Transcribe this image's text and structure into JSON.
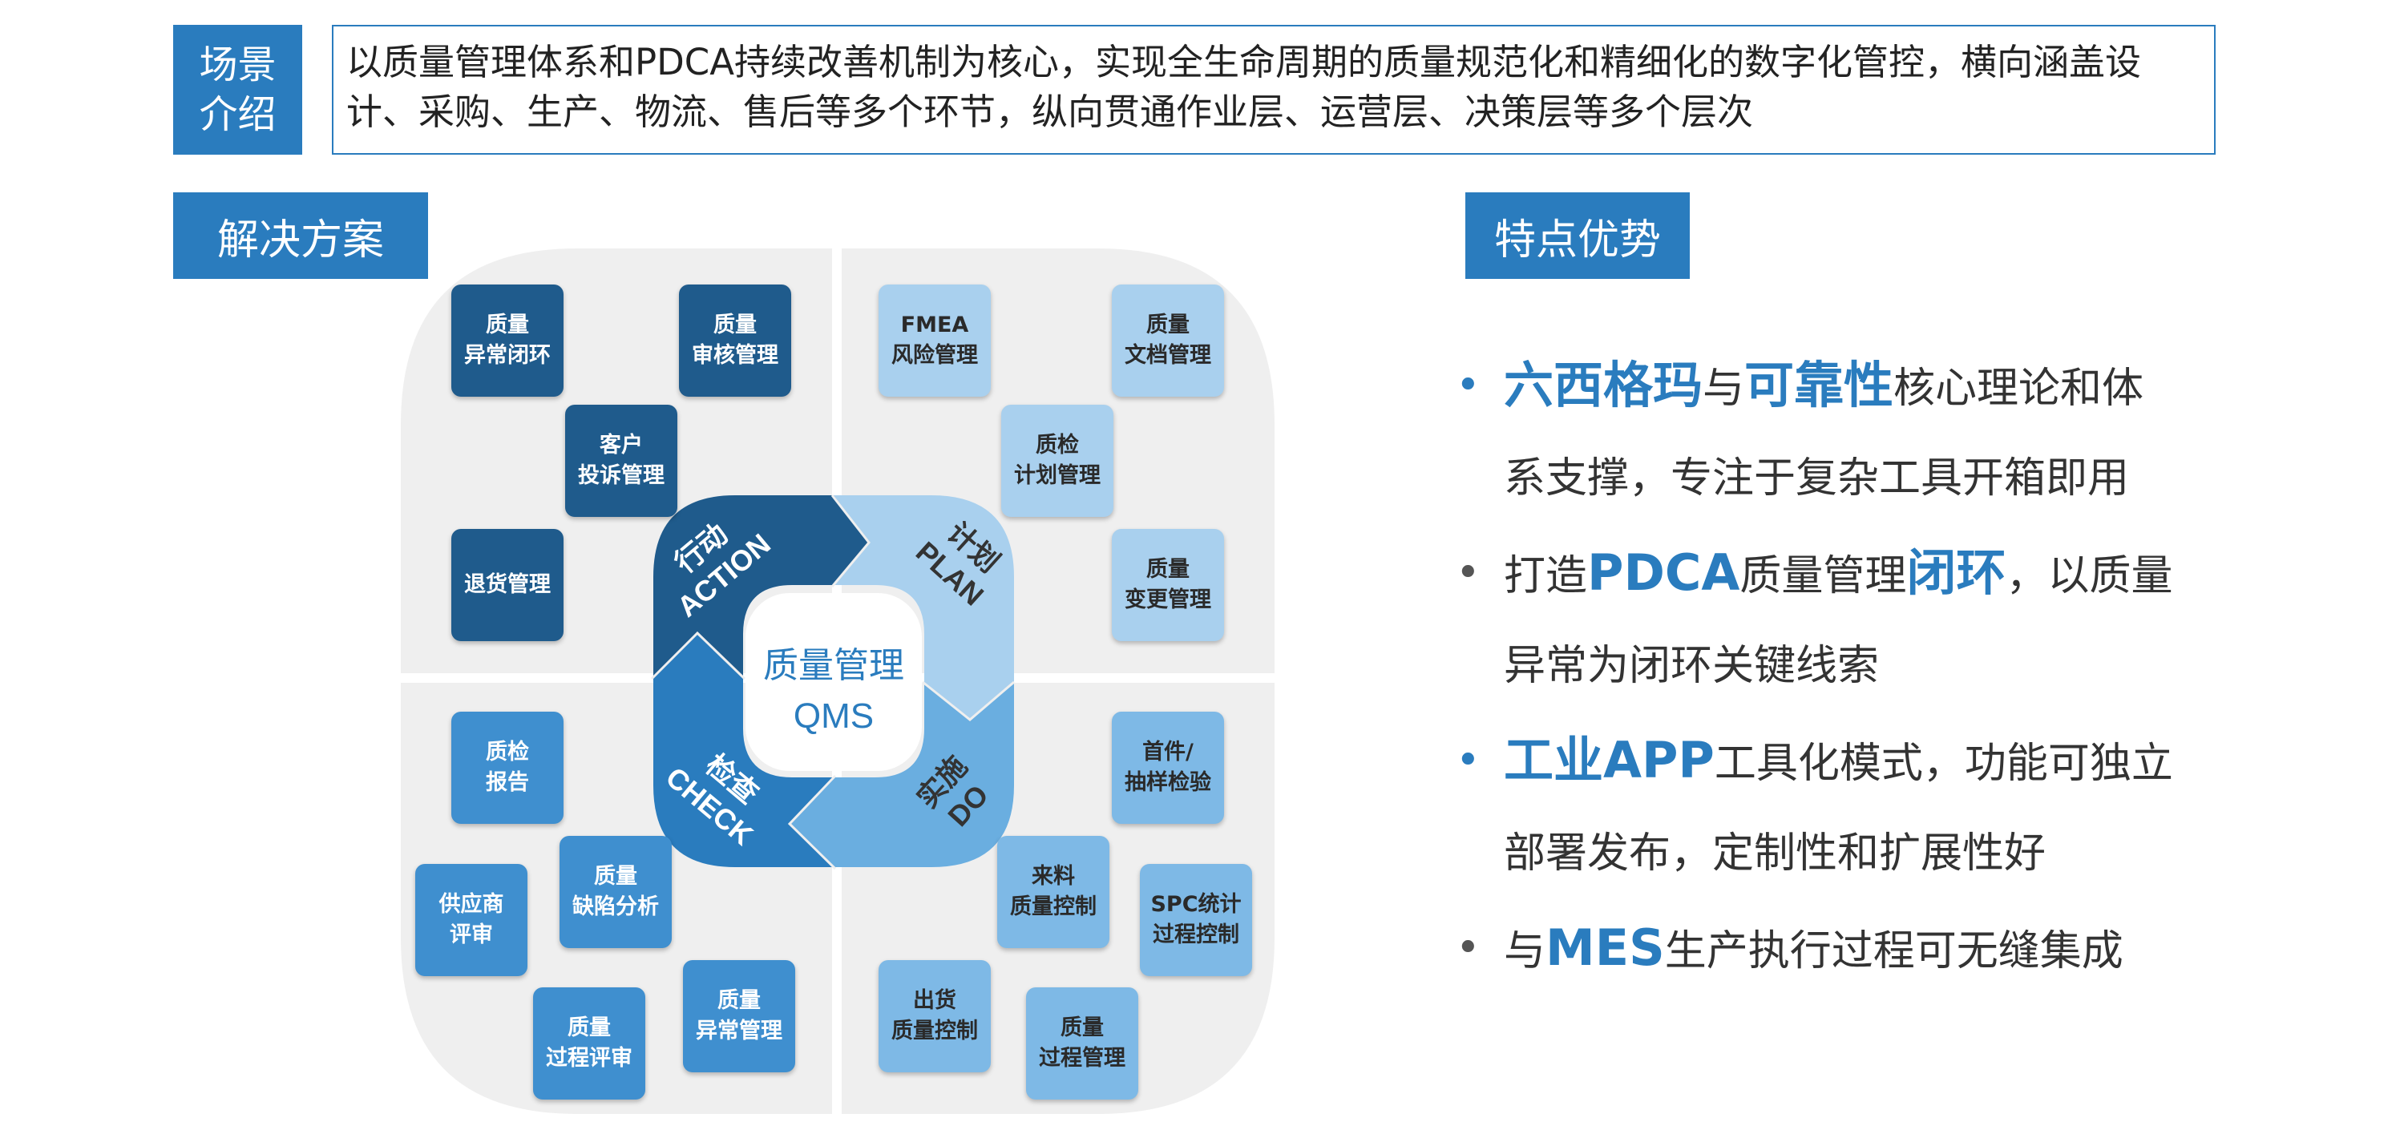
{
  "scene": {
    "label": "场景\n介绍",
    "text": "以质量管理体系和PDCA持续改善机制为核心，实现全生命周期的质量规范化和精细化的数字化管控，横向涵盖设计、采购、生产、物流、售后等多个环节，纵向贯通作业层、运营层、决策层等多个层次"
  },
  "solution": {
    "label": "解决方案"
  },
  "features_section": {
    "label": "特点优势"
  },
  "center": {
    "line1": "质量管理",
    "line2": "QMS"
  },
  "cycle": {
    "action": {
      "cn": "行动",
      "en": "ACTION"
    },
    "plan": {
      "cn": "计划",
      "en": "PLAN"
    },
    "do": {
      "cn": "实施",
      "en": "DO"
    },
    "check": {
      "cn": "检查",
      "en": "CHECK"
    }
  },
  "modules": {
    "action": [
      "质量\n异常闭环",
      "质量\n审核管理",
      "客户\n投诉管理",
      "退货管理"
    ],
    "plan": [
      "FMEA\n风险管理",
      "质量\n文档管理",
      "质检\n计划管理",
      "质量\n变更管理"
    ],
    "check": [
      "质检\n报告",
      "质量\n缺陷分析",
      "供应商\n评审",
      "质量\n过程评审",
      "质量\n异常管理"
    ],
    "do": [
      "首件/\n抽样检验",
      "来料\n质量控制",
      "SPC统计\n过程控制",
      "出货\n质量控制",
      "质量\n过程管理"
    ]
  },
  "features": [
    {
      "parts": [
        {
          "t": "六西格玛",
          "hl": true
        },
        {
          "t": "与",
          "hl": false
        },
        {
          "t": "可靠性",
          "hl": true
        },
        {
          "t": "核心理论和体",
          "hl": false
        }
      ],
      "line2": "系支撑，专注于复杂工具开箱即用"
    },
    {
      "parts": [
        {
          "t": "打造",
          "hl": false
        },
        {
          "t": "PDCA",
          "hl": true
        },
        {
          "t": "质量管理",
          "hl": false
        },
        {
          "t": "闭环",
          "hl": true
        },
        {
          "t": "，以质量",
          "hl": false
        }
      ],
      "line2": "异常为闭环关键线索"
    },
    {
      "parts": [
        {
          "t": "工业APP",
          "hl": true
        },
        {
          "t": "工具化模式，功能可独立",
          "hl": false
        }
      ],
      "line2": "部署发布，定制性和扩展性好"
    },
    {
      "parts": [
        {
          "t": "与",
          "hl": false
        },
        {
          "t": "MES",
          "hl": true
        },
        {
          "t": "生产执行过程可无缝集成",
          "hl": false
        }
      ],
      "line2": ""
    }
  ],
  "colors": {
    "accent": "#2a7cbe",
    "dark_module": "#1f5b8c",
    "light_module": "#a9d0ee",
    "mid_module": "#3f8fcf",
    "quadrant_bg": "#efefef"
  }
}
